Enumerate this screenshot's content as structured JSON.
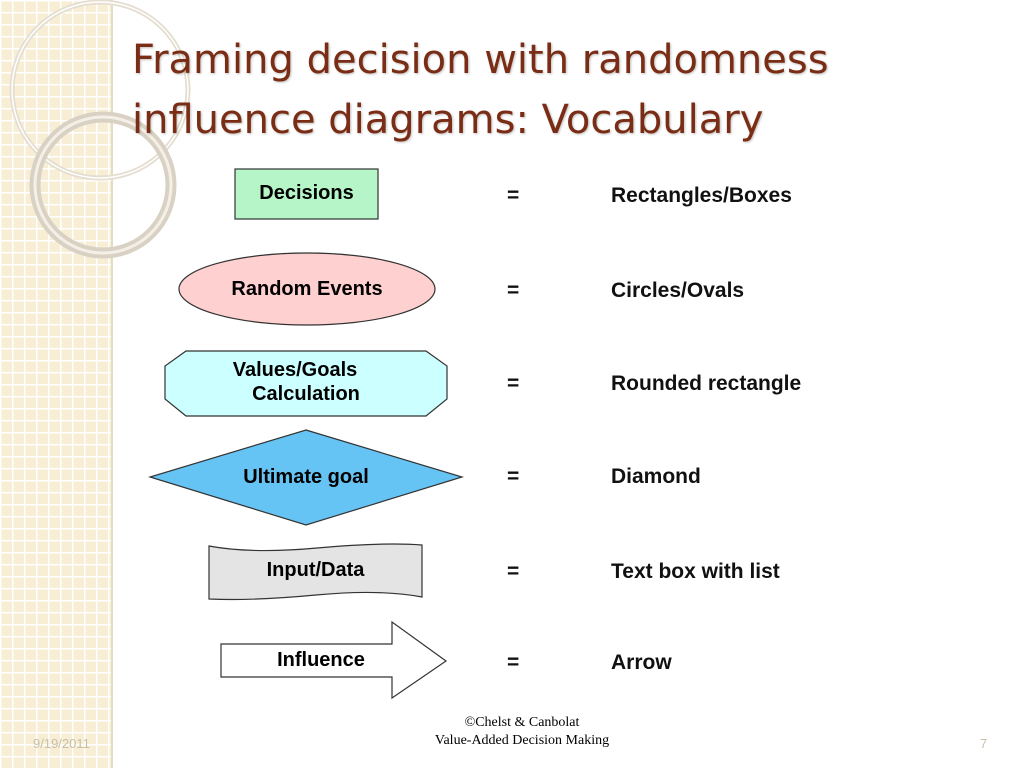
{
  "slide": {
    "title_line1": "Framing decision with randomness",
    "title_line2": "influence diagrams: Vocabulary"
  },
  "rows": [
    {
      "shape": "Decisions",
      "equals": "=",
      "meaning": "Rectangles/Boxes"
    },
    {
      "shape": "Random Events",
      "equals": "=",
      "meaning": "Circles/Ovals"
    },
    {
      "shape_line1": "Values/Goals",
      "shape_line2": "Calculation",
      "equals": "=",
      "meaning": "Rounded rectangle"
    },
    {
      "shape": "Ultimate goal",
      "equals": "=",
      "meaning": "Diamond"
    },
    {
      "shape": "Input/Data",
      "equals": "=",
      "meaning": "Text box with list"
    },
    {
      "shape": "Influence",
      "equals": "=",
      "meaning": "Arrow"
    }
  ],
  "footer": {
    "date": "9/19/2011",
    "credit_line1": "©Chelst & Canbolat",
    "credit_line2": "Value-Added Decision Making",
    "page": "7"
  },
  "colors": {
    "title": "#7a2d14",
    "decision_fill": "#b6f5c8",
    "random_fill": "#ffd0d0",
    "values_fill": "#ccffff",
    "goal_fill": "#66c4f5",
    "data_fill": "#e4e4e4"
  }
}
